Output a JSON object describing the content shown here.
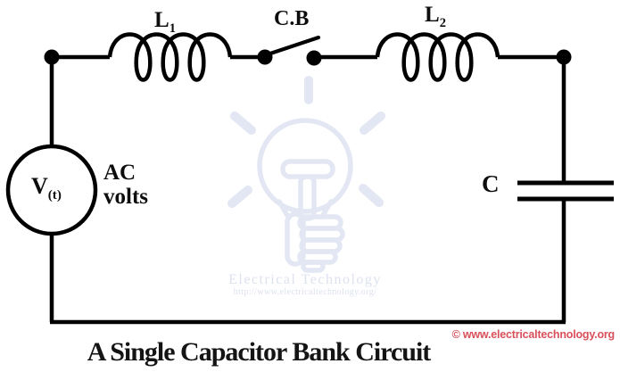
{
  "title": "A Single Capacitor Bank Circuit",
  "copyright": "© www.electricaltechnology.org",
  "components": {
    "inductor1": {
      "base": "L",
      "sub": "1"
    },
    "inductor2": {
      "base": "L",
      "sub": "2"
    },
    "breaker": {
      "label": "C.B"
    },
    "capacitor": {
      "label": "C"
    },
    "source": {
      "base": "V",
      "sub": "(t)",
      "type_line1": "AC",
      "type_line2": "volts"
    }
  },
  "watermark": {
    "brand": "Electrical Technology",
    "url": "http://www.electricaltechnology.org/"
  },
  "colors": {
    "wire": "#000000",
    "label_text": "#0d0d0d",
    "title_text": "#141414",
    "copyright_text": "#d9505a",
    "watermark": "#e3e7f3"
  }
}
